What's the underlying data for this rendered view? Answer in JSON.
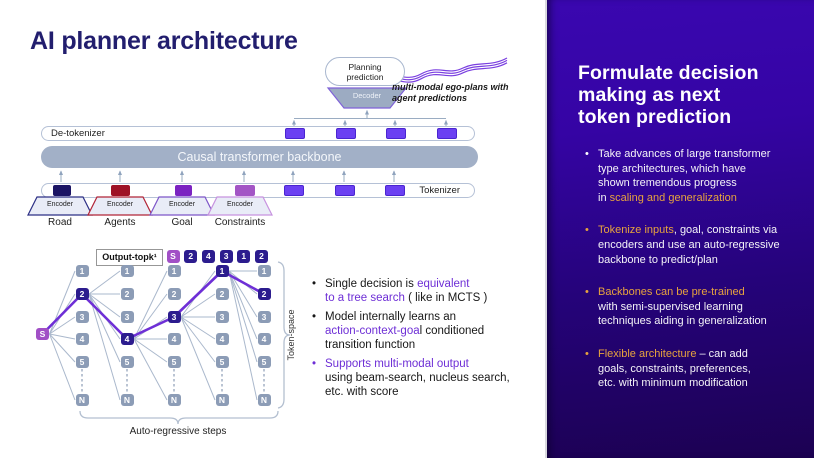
{
  "slide": {
    "title": "AI planner architecture"
  },
  "architecture": {
    "planning_prediction": "Planning\nprediction",
    "decoder_label": "Decoder",
    "annotation": "multi-modal ego-plans\nwith agent predictions",
    "detokenizer_label": "De-tokenizer",
    "backbone_label": "Causal transformer backbone",
    "tokenizer_label": "Tokenizer",
    "token_color": "#6b40f2",
    "token_border": "#4a25d0",
    "encoders": [
      {
        "label": "Encoder",
        "name": "Road",
        "border": "#2c2f85",
        "token": "#1b1464"
      },
      {
        "label": "Encoder",
        "name": "Agents",
        "border": "#b12437",
        "token": "#9e1226"
      },
      {
        "label": "Encoder",
        "name": "Goal",
        "border": "#7d55c8",
        "token": "#7b22c1"
      },
      {
        "label": "Encoder",
        "name": "Constraints",
        "border": "#c792df",
        "token": "#a355c5"
      }
    ]
  },
  "tree": {
    "output_label": "Output-topk¹",
    "sequence": [
      "S",
      "2",
      "4",
      "3",
      "1",
      "2"
    ],
    "start_label": "S",
    "row_labels": [
      "1",
      "2",
      "3",
      "4",
      "5",
      "N"
    ],
    "selected_rows": [
      1,
      3,
      2,
      0,
      1
    ],
    "token_space_label": "Token-space",
    "steps_label": "Auto-regressive steps",
    "colors": {
      "start": "#a14fc6",
      "selected": "#2c1c8e",
      "node": "#8c9cb6",
      "path": "#6e2fd6",
      "edge": "#aab8cc",
      "brace": "#b3bfd0"
    }
  },
  "middle": {
    "accent_color": "#6e2fd6",
    "bullets": [
      {
        "dot": "#171717",
        "segments": [
          {
            "text": "Single decision is ",
            "accent": false
          },
          {
            "text": "equivalent\nto a tree search",
            "accent": true
          },
          {
            "text": " ( like in MCTS )",
            "accent": false
          }
        ]
      },
      {
        "dot": "#171717",
        "segments": [
          {
            "text": "Model internally learns an\n",
            "accent": false
          },
          {
            "text": "action-context-goa",
            "accent": true
          },
          {
            "text": "l conditioned\ntransition function",
            "accent": false
          }
        ]
      },
      {
        "dot": "#6e2fd6",
        "segments": [
          {
            "text": "Supports multi-modal output",
            "accent": true
          },
          {
            "text": "\nusing beam-search, nucleus search,\netc. with score",
            "accent": false
          }
        ]
      }
    ]
  },
  "panel": {
    "heading": "Formulate decision\nmaking as next\ntoken prediction",
    "accent_color": "#e7a33e",
    "bullets": [
      {
        "dot": "#ffffff",
        "segments": [
          {
            "text": "Take advances of large transformer\ntype architectures, which have\nshown tremendous progress\nin ",
            "accent": false
          },
          {
            "text": "scaling and generalization",
            "accent": true
          }
        ]
      },
      {
        "dot": "#e7a33e",
        "segments": [
          {
            "text": "Tokenize inputs",
            "accent": true
          },
          {
            "text": ", goal, constraints via\nencoders and use an auto-regressive\nbackbone to predict/plan",
            "accent": false
          }
        ]
      },
      {
        "dot": "#e7a33e",
        "segments": [
          {
            "text": "Backbones can be pre-trained",
            "accent": true
          },
          {
            "text": "\nwith semi-supervised learning\ntechniques aiding in generalization",
            "accent": false
          }
        ]
      },
      {
        "dot": "#e7a33e",
        "segments": [
          {
            "text": "Flexible architecture",
            "accent": true
          },
          {
            "text": " – can add\ngoals, constraints, preferences,\netc. with minimum modification",
            "accent": false
          }
        ]
      }
    ]
  }
}
